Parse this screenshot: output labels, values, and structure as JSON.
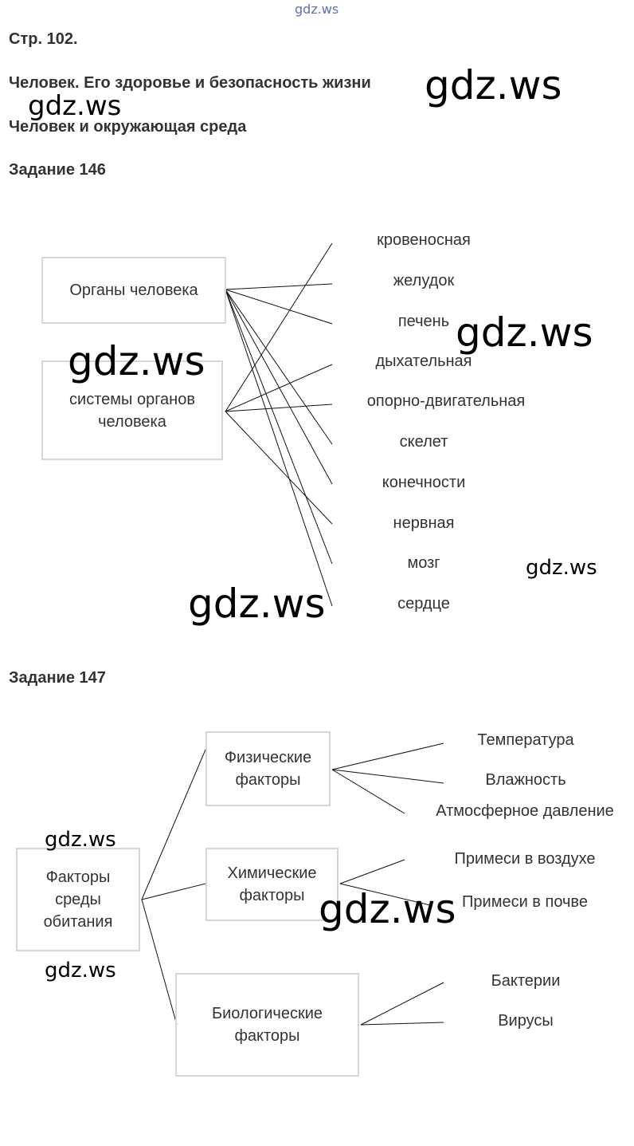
{
  "watermark": "gdz.ws",
  "page": "Стр. 102.",
  "section": "Человек. Его здоровье и безопасность жизни",
  "subsection": "Человек и окружающая среда",
  "task146": {
    "title": "Задание 146",
    "left": [
      "Органы человека",
      "системы органов человека"
    ],
    "right": [
      "кровеносная",
      "желудок",
      "печень",
      "дыхательная",
      "опорно-двигательная",
      "скелет",
      "конечности",
      "нервная",
      "мозг",
      "сердце"
    ]
  },
  "task147": {
    "title": "Задание 147",
    "root": "Факторы среды обитания",
    "groups": [
      {
        "label": "Физические факторы",
        "items": [
          "Температура",
          "Влажность",
          "Атмосферное давление"
        ]
      },
      {
        "label": "Химические факторы",
        "items": [
          "Примеси в воздухе",
          "Примеси в почве"
        ]
      },
      {
        "label": "Биологические факторы",
        "items": [
          "Бактерии",
          "Вирусы"
        ]
      }
    ]
  }
}
